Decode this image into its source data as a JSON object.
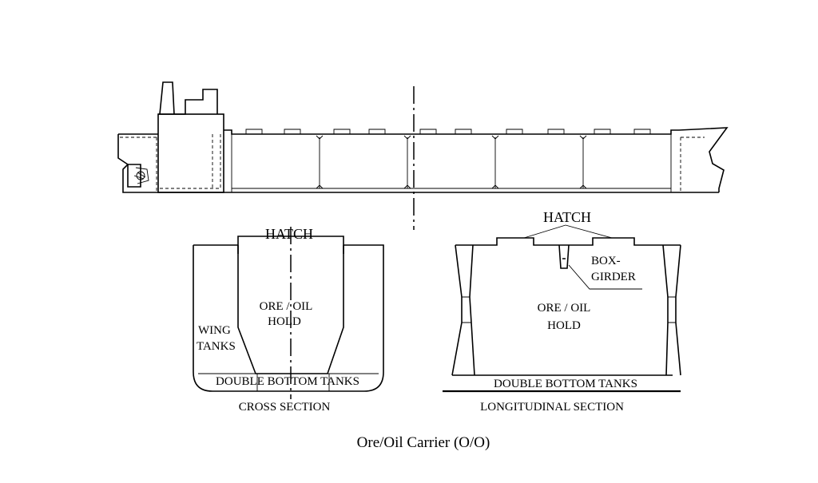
{
  "caption": "Ore/Oil Carrier (O/O)",
  "cross_section": {
    "hatch": "HATCH",
    "hold_line1": "ORE / OIL",
    "hold_line2": "HOLD",
    "wing_line1": "WING",
    "wing_line2": "TANKS",
    "double_bottom": "DOUBLE BOTTOM TANKS",
    "title": "CROSS SECTION"
  },
  "longitudinal_section": {
    "hatch": "HATCH",
    "box_line1": "BOX-",
    "box_line2": "GIRDER",
    "hold_line1": "ORE / OIL",
    "hold_line2": "HOLD",
    "double_bottom": "DOUBLE BOTTOM TANKS",
    "title": "LONGITUDINAL SECTION"
  }
}
